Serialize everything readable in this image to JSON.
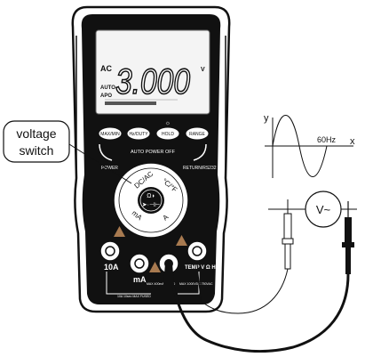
{
  "display": {
    "mode_ac": "AC",
    "mode_auto": "AUTO",
    "mode_apo": "APO",
    "reading": "3.000",
    "unit": "V"
  },
  "buttons": {
    "maxmin": "MAX/MIN",
    "hz_duty": "Hz/DUTY",
    "hold": "HOLD",
    "range": "RANGE",
    "auto_power_off": "AUTO POWER OFF",
    "power": "POWER",
    "return_rs232": "RETURN/RS232"
  },
  "dial": {
    "dc_ac": "DC/AC",
    "temp": "°C/°F",
    "ma": "mA",
    "a": "A"
  },
  "jacks": {
    "ten_a": "10A",
    "ma": "mA",
    "temp_v_ohm_hz": "TEMP V Ω Hz",
    "max_ma": "MAX 400mA FUSED",
    "max_10a": "10A 10sec MAX FUSED",
    "max_v": "MAX 1000VDC 750VAC"
  },
  "callout": {
    "line1": "voltage",
    "line2": "switch"
  },
  "waveform": {
    "y_label": "y",
    "x_label": "x",
    "freq_label": "60Hz"
  },
  "source": {
    "label": "V~"
  },
  "colors": {
    "body": "#111111",
    "lcd": "#f4f4f4",
    "triangle": "#a87a50",
    "probe_black": "#111111",
    "probe_red": "#ffffff"
  }
}
